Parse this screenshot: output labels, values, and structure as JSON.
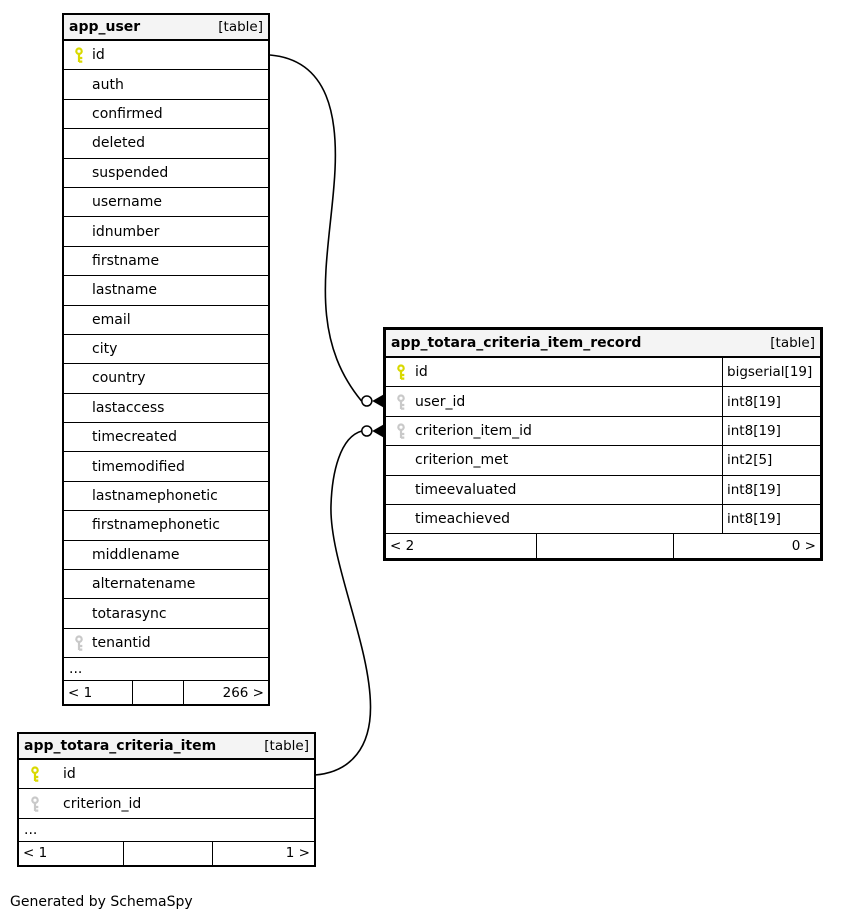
{
  "diagram": {
    "footer_note": "Generated by SchemaSpy"
  },
  "colors": {
    "pk_key": "#d9d900",
    "fk_key": "#c9c9c9",
    "header_bg": "#f4f4f4",
    "border": "#000000",
    "line": "#000000"
  },
  "tables": [
    {
      "name": "app_user",
      "tag": "[table]",
      "emphasized": false,
      "columns": [
        {
          "name": "id",
          "key": "pk"
        },
        {
          "name": "auth",
          "key": null
        },
        {
          "name": "confirmed",
          "key": null
        },
        {
          "name": "deleted",
          "key": null
        },
        {
          "name": "suspended",
          "key": null
        },
        {
          "name": "username",
          "key": null
        },
        {
          "name": "idnumber",
          "key": null
        },
        {
          "name": "firstname",
          "key": null
        },
        {
          "name": "lastname",
          "key": null
        },
        {
          "name": "email",
          "key": null
        },
        {
          "name": "city",
          "key": null
        },
        {
          "name": "country",
          "key": null
        },
        {
          "name": "lastaccess",
          "key": null
        },
        {
          "name": "timecreated",
          "key": null
        },
        {
          "name": "timemodified",
          "key": null
        },
        {
          "name": "lastnamephonetic",
          "key": null
        },
        {
          "name": "firstnamephonetic",
          "key": null
        },
        {
          "name": "middlename",
          "key": null
        },
        {
          "name": "alternatename",
          "key": null
        },
        {
          "name": "totarasync",
          "key": null
        },
        {
          "name": "tenantid",
          "key": "fk"
        }
      ],
      "ellipsis": "...",
      "footer": {
        "left": "< 1",
        "middle": "",
        "right": "266 >"
      }
    },
    {
      "name": "app_totara_criteria_item_record",
      "tag": "[table]",
      "emphasized": true,
      "columns": [
        {
          "name": "id",
          "key": "pk",
          "type": "bigserial[19]"
        },
        {
          "name": "user_id",
          "key": "fk",
          "type": "int8[19]"
        },
        {
          "name": "criterion_item_id",
          "key": "fk",
          "type": "int8[19]"
        },
        {
          "name": "criterion_met",
          "key": null,
          "type": "int2[5]"
        },
        {
          "name": "timeevaluated",
          "key": null,
          "type": "int8[19]"
        },
        {
          "name": "timeachieved",
          "key": null,
          "type": "int8[19]"
        }
      ],
      "footer": {
        "left": "< 2",
        "middle": "",
        "right": "0 >"
      }
    },
    {
      "name": "app_totara_criteria_item",
      "tag": "[table]",
      "emphasized": false,
      "columns": [
        {
          "name": "id",
          "key": "pk"
        },
        {
          "name": "criterion_id",
          "key": "fk"
        }
      ],
      "ellipsis": "...",
      "footer": {
        "left": "< 1",
        "middle": "",
        "right": "1 >"
      }
    }
  ],
  "relationships": [
    {
      "from_table": "app_user",
      "from_column": "id",
      "to_table": "app_totara_criteria_item_record",
      "to_column": "user_id",
      "end_marker": "circle-arrow"
    },
    {
      "from_table": "app_totara_criteria_item",
      "from_column": "id",
      "to_table": "app_totara_criteria_item_record",
      "to_column": "criterion_item_id",
      "end_marker": "circle-arrow"
    }
  ]
}
